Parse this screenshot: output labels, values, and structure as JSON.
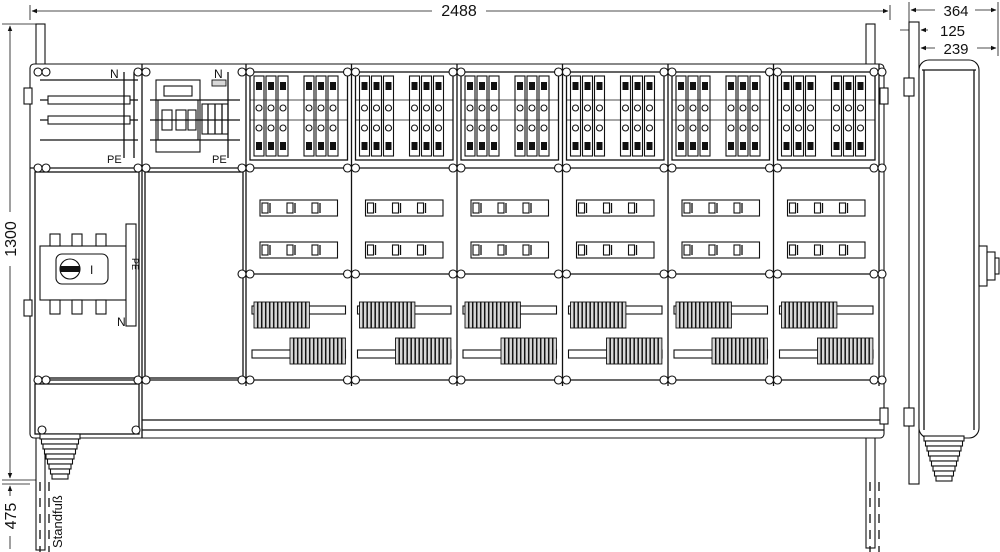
{
  "dimensions": {
    "total_width": "2488",
    "depth_total": "364",
    "depth_front": "125",
    "depth_body": "239",
    "height": "1300",
    "plinth_height": "475"
  },
  "labels": {
    "neutral": "N",
    "protective_earth": "PE",
    "switch_pe": "PE",
    "switch_n": "N",
    "switch_on": "I",
    "plinth": "Standfuß"
  },
  "layout_counts": {
    "meter_field_columns": 6,
    "breaker_groups_per_column": 2,
    "breakers_per_group": 3
  }
}
